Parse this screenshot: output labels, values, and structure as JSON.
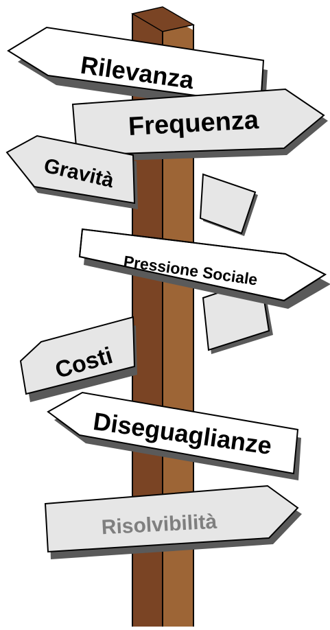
{
  "signpost": {
    "signs": [
      {
        "label": "Rilevanza"
      },
      {
        "label": "Frequenza"
      },
      {
        "label": "Gravità"
      },
      {
        "label": "Pressione Sociale"
      },
      {
        "label": "Costi"
      },
      {
        "label": "Diseguaglianze"
      },
      {
        "label": "Risolvibilità"
      }
    ]
  },
  "colors": {
    "post_dark": "#7a4424",
    "post_light": "#9d6536",
    "sign_white": "#ffffff",
    "sign_gray": "#d9d9d9",
    "outline": "#000000",
    "text_dark": "#000000",
    "text_gray": "#7f7f7f"
  }
}
